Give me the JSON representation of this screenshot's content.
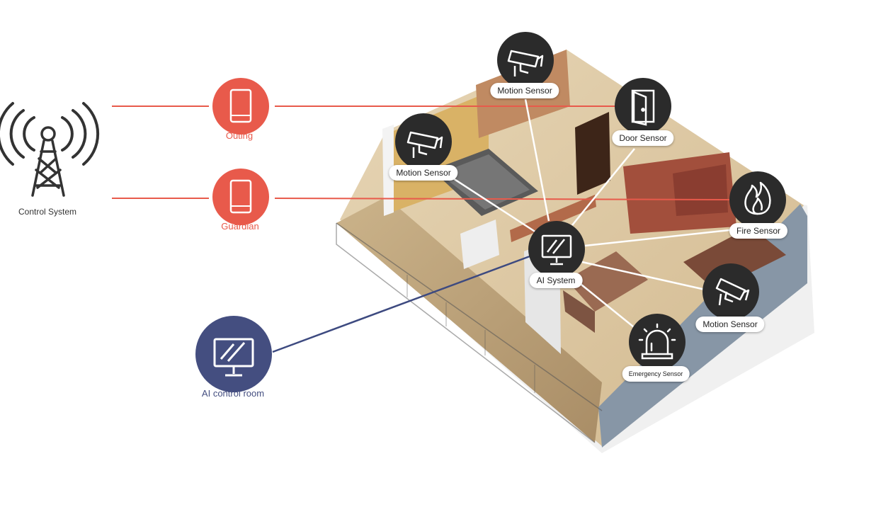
{
  "left": {
    "control_system": "Control System",
    "outing": "Outing",
    "guardian": "Guardian",
    "ai_control_room": "AI control room"
  },
  "sensors": {
    "motion_top": "Motion Sensor",
    "door": "Door Sensor",
    "motion_left": "Motion Sensor",
    "fire": "Fire Sensor",
    "ai_system": "AI System",
    "motion_right": "Motion Sensor",
    "emergency": "Emergency Sensor"
  },
  "colors": {
    "red": "#e85a4b",
    "navy": "#444e80",
    "dark": "#2b2b2b"
  }
}
